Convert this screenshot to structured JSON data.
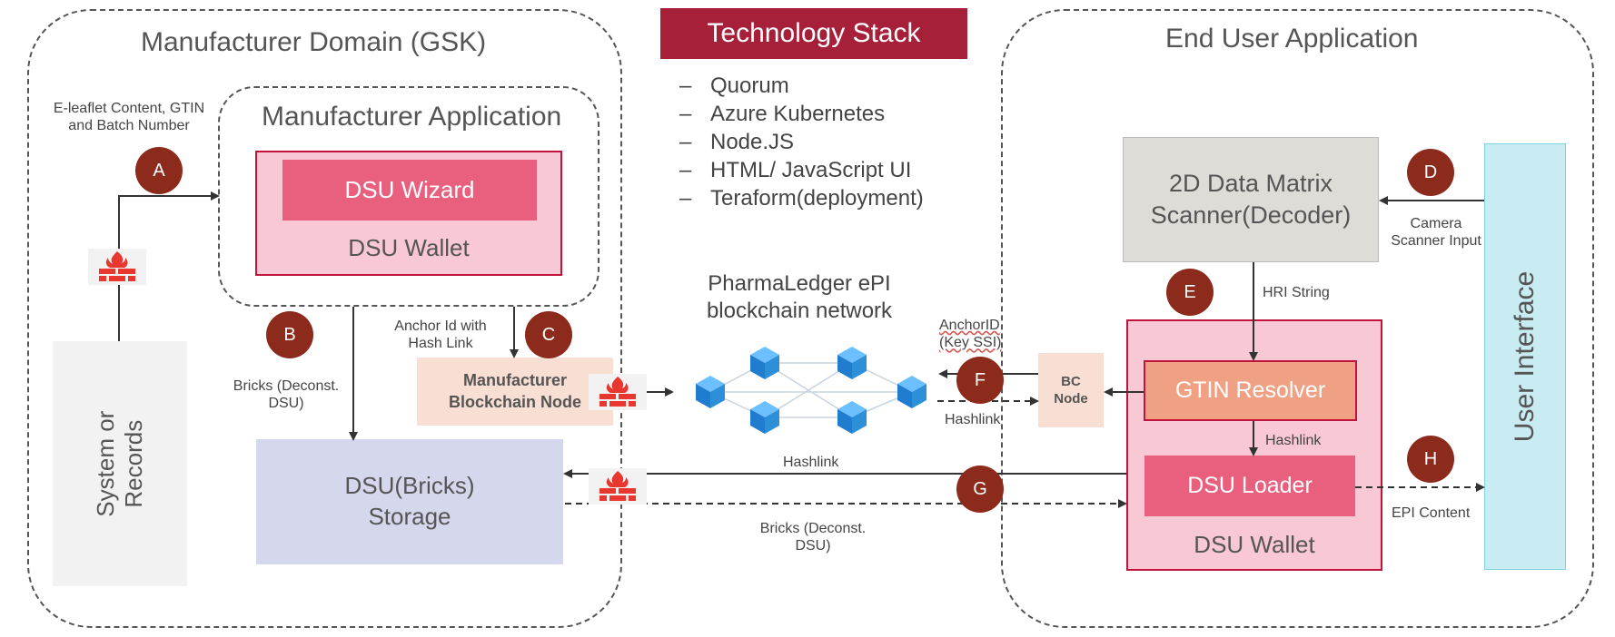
{
  "manufacturer_domain": {
    "title": "Manufacturer Domain (GSK)",
    "input_label": "E-leaflet Content, GTIN and Batch Number",
    "records_label": "System or Records"
  },
  "manufacturer_app": {
    "title": "Manufacturer Application",
    "wizard": "DSU Wizard",
    "wallet": "DSU Wallet"
  },
  "storage": {
    "label": "DSU(Bricks) Storage"
  },
  "bricks_label": "Bricks (Deconst. DSU)",
  "anchor_label": "Anchor Id with Hash Link",
  "manufacturer_node": {
    "label": "Manufacturer Blockchain Node"
  },
  "tech_stack": {
    "title": "Technology Stack",
    "dash": "–",
    "items": [
      "Quorum",
      "Azure Kubernetes",
      "Node.JS",
      "HTML/ JavaScript UI",
      "Teraform(deployment)"
    ]
  },
  "network": {
    "label": "PharmaLedger ePI blockchain network"
  },
  "end_user": {
    "title": "End User Application",
    "scanner": "2D Data Matrix Scanner(Decoder)",
    "camera_label": "Camera Scanner Input",
    "hri_label": "HRI String",
    "gtin": "GTIN Resolver",
    "hashlink_inner": "Hashlink",
    "loader": "DSU Loader",
    "wallet": "DSU Wallet",
    "epi_label": "EPI Content",
    "ui_label": "User Interface"
  },
  "bc_node": {
    "label": "BC Node"
  },
  "anchorid_label": "AnchorID (Key SSI)",
  "hashlink_bc_label": "Hashlink",
  "hashlink_g_label": "Hashlink",
  "bricks_g_label": "Bricks (Deconst. DSU)",
  "badges": {
    "A": "A",
    "B": "B",
    "C": "C",
    "D": "D",
    "E": "E",
    "F": "F",
    "G": "G",
    "H": "H"
  },
  "colors": {
    "badge": "#8c2a1c",
    "title_bar": "#a6203a",
    "wizard": "#e9607f",
    "wallet_fill": "#f8c8d4",
    "wallet_border": "#c0143c",
    "storage": "#d5d8ec",
    "scanner": "#dddcd7",
    "gtin": "#f0a184",
    "node_fill": "#f9ded3",
    "ui_fill": "#c8ecf2",
    "cube": "#2d8fd8",
    "firewall": "#e8372f"
  }
}
